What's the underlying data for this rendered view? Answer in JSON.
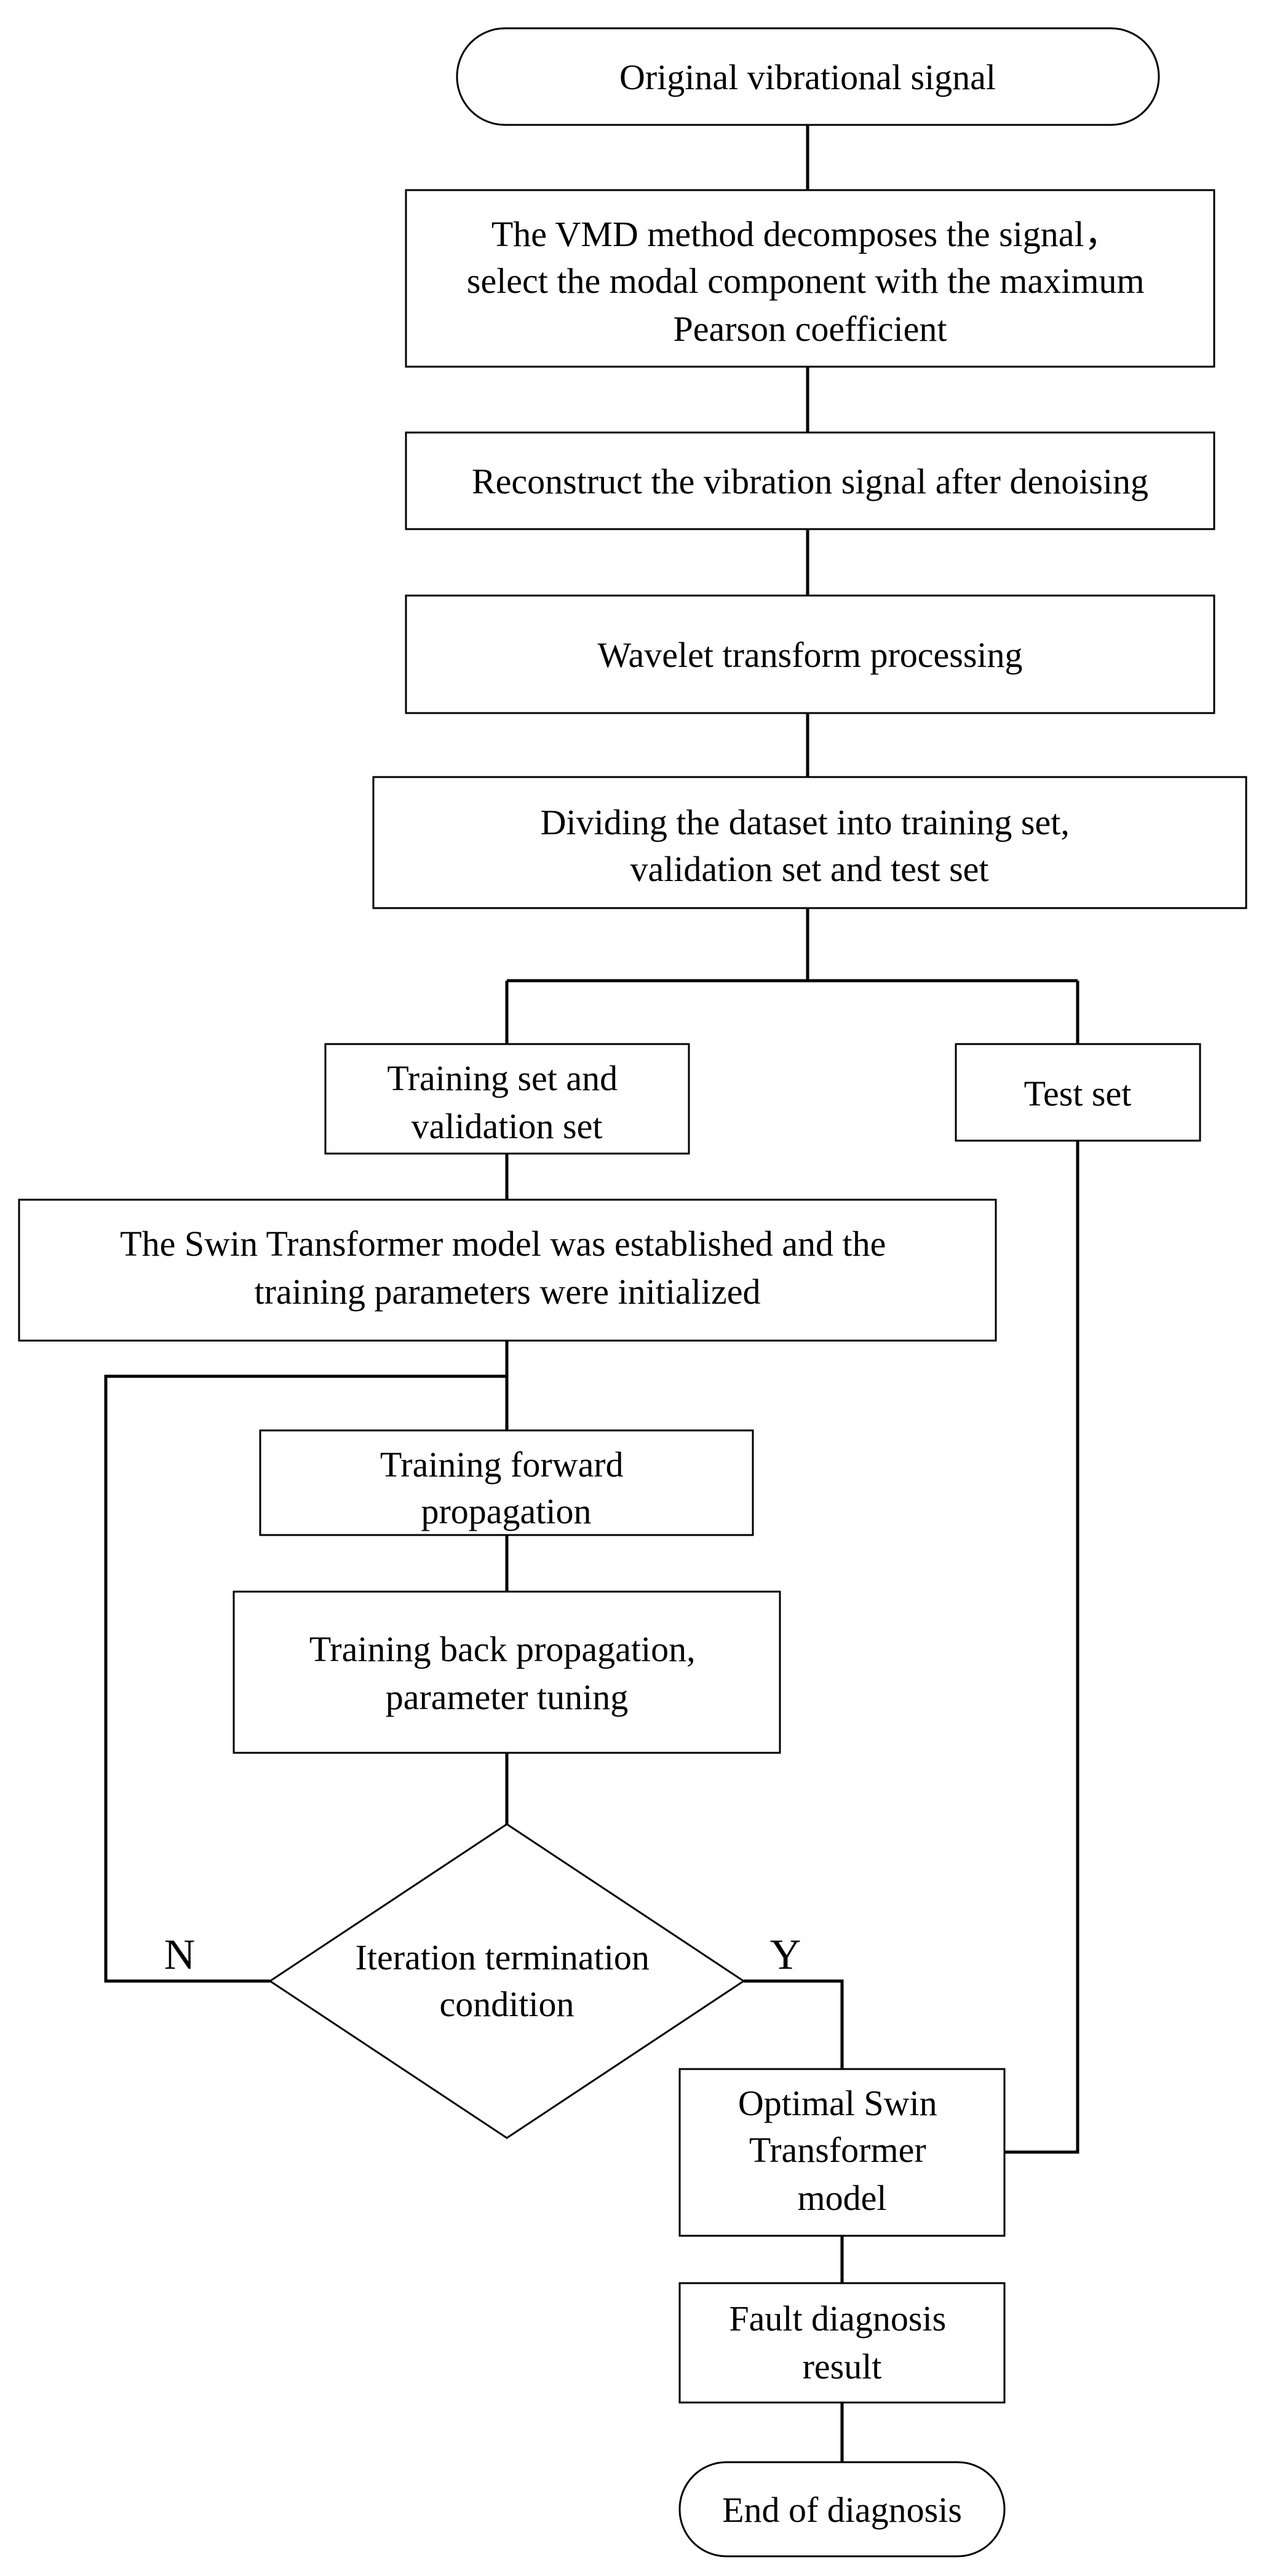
{
  "flowchart": {
    "start": {
      "lines": [
        "Original vibrational signal"
      ]
    },
    "vmd": {
      "lines": [
        "The VMD method decomposes the signal，",
        "select the modal component with the maximum",
        "Pearson coefficient"
      ]
    },
    "reconstruct": {
      "lines": [
        "Reconstruct the vibration signal after denoising"
      ]
    },
    "wavelet": {
      "lines": [
        "Wavelet transform processing"
      ]
    },
    "divide": {
      "lines": [
        "Dividing the dataset into training set,",
        "validation set and test set"
      ]
    },
    "train_val": {
      "lines": [
        "Training set and",
        "validation set"
      ]
    },
    "test_set": {
      "lines": [
        "Test set"
      ]
    },
    "swin_model": {
      "lines": [
        "The Swin Transformer model was established and the",
        "training parameters were initialized"
      ]
    },
    "forward": {
      "lines": [
        "Training forward",
        "propagation"
      ]
    },
    "backward": {
      "lines": [
        "Training back propagation,",
        "parameter tuning"
      ]
    },
    "decision": {
      "lines": [
        "Iteration termination",
        "condition"
      ],
      "no_label": "N",
      "yes_label": "Y"
    },
    "optimal": {
      "lines": [
        "Optimal Swin",
        "Transformer",
        "model"
      ]
    },
    "fault": {
      "lines": [
        "Fault diagnosis",
        "result"
      ]
    },
    "end": {
      "lines": [
        "End of diagnosis"
      ]
    }
  }
}
